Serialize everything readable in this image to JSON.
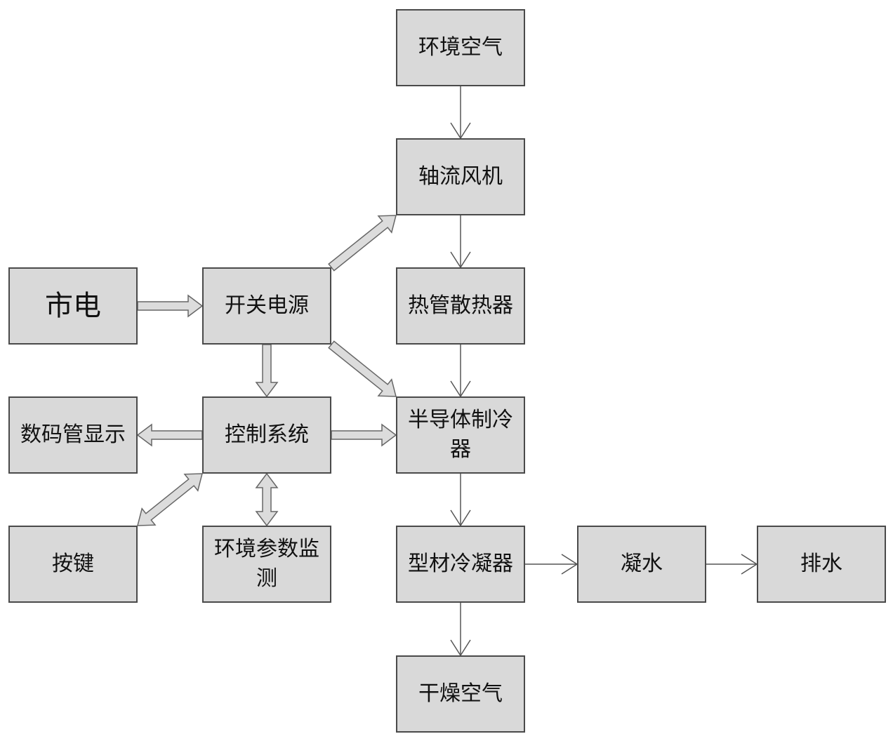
{
  "nodes": {
    "ambient_air": "环境空气",
    "axial_fan": "轴流风机",
    "heat_pipe_radiator": "热管散热器",
    "mains": "市电",
    "switching_power": "开关电源",
    "digital_display": "数码管显示",
    "control_system": "控制系统",
    "semiconductor_cooler": "半导体制冷器",
    "keys": "按键",
    "env_monitoring": "环境参数监测",
    "profile_condenser": "型材冷凝器",
    "condensate": "凝水",
    "drainage": "排水",
    "dry_air": "干燥空气"
  },
  "colors": {
    "box_fill": "#d9d9d9",
    "box_border": "#4a4a4a",
    "thin_arrow": "#555555",
    "thick_arrow_fill": "#dcdcdc",
    "thick_arrow_stroke": "#666666"
  }
}
